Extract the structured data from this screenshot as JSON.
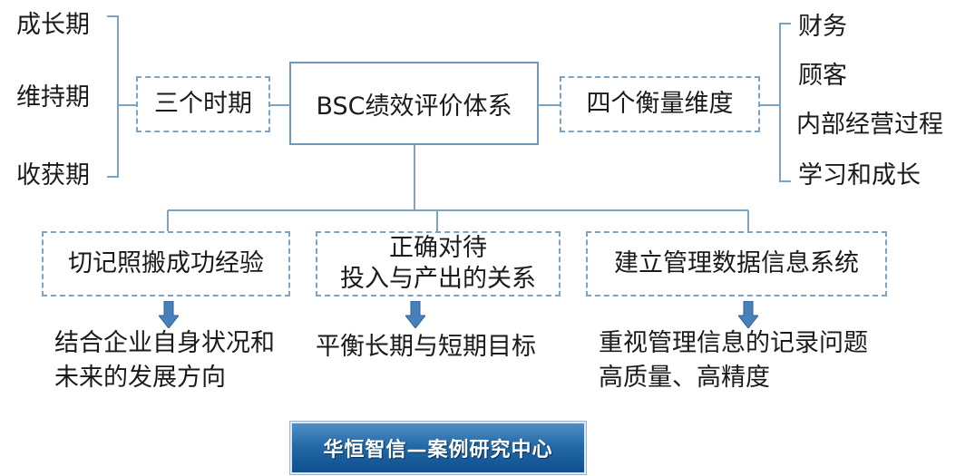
{
  "center": {
    "title": "BSC绩效评价体系"
  },
  "left": {
    "label": "三个时期",
    "items": [
      "成长期",
      "维持期",
      "收获期"
    ]
  },
  "right": {
    "label": "四个衡量维度",
    "items": [
      "财务",
      "顾客",
      "内部经营过程",
      "学习和成长"
    ]
  },
  "branches": [
    {
      "box": "切记照搬成功经验",
      "result": [
        "结合企业自身状况和",
        "未来的发展方向"
      ]
    },
    {
      "box": [
        "正确对待",
        "投入与产出的关系"
      ],
      "result": [
        "平衡长期与短期目标"
      ]
    },
    {
      "box": "建立管理数据信息系统",
      "result": [
        "重视管理信息的记录问题",
        "高质量、高精度"
      ]
    }
  ],
  "footer": {
    "banner": "华恒智信—案例研究中心"
  },
  "colors": {
    "line": "#7aa3c4",
    "arrow": "#4a80b8",
    "banner": "#236aa8"
  }
}
